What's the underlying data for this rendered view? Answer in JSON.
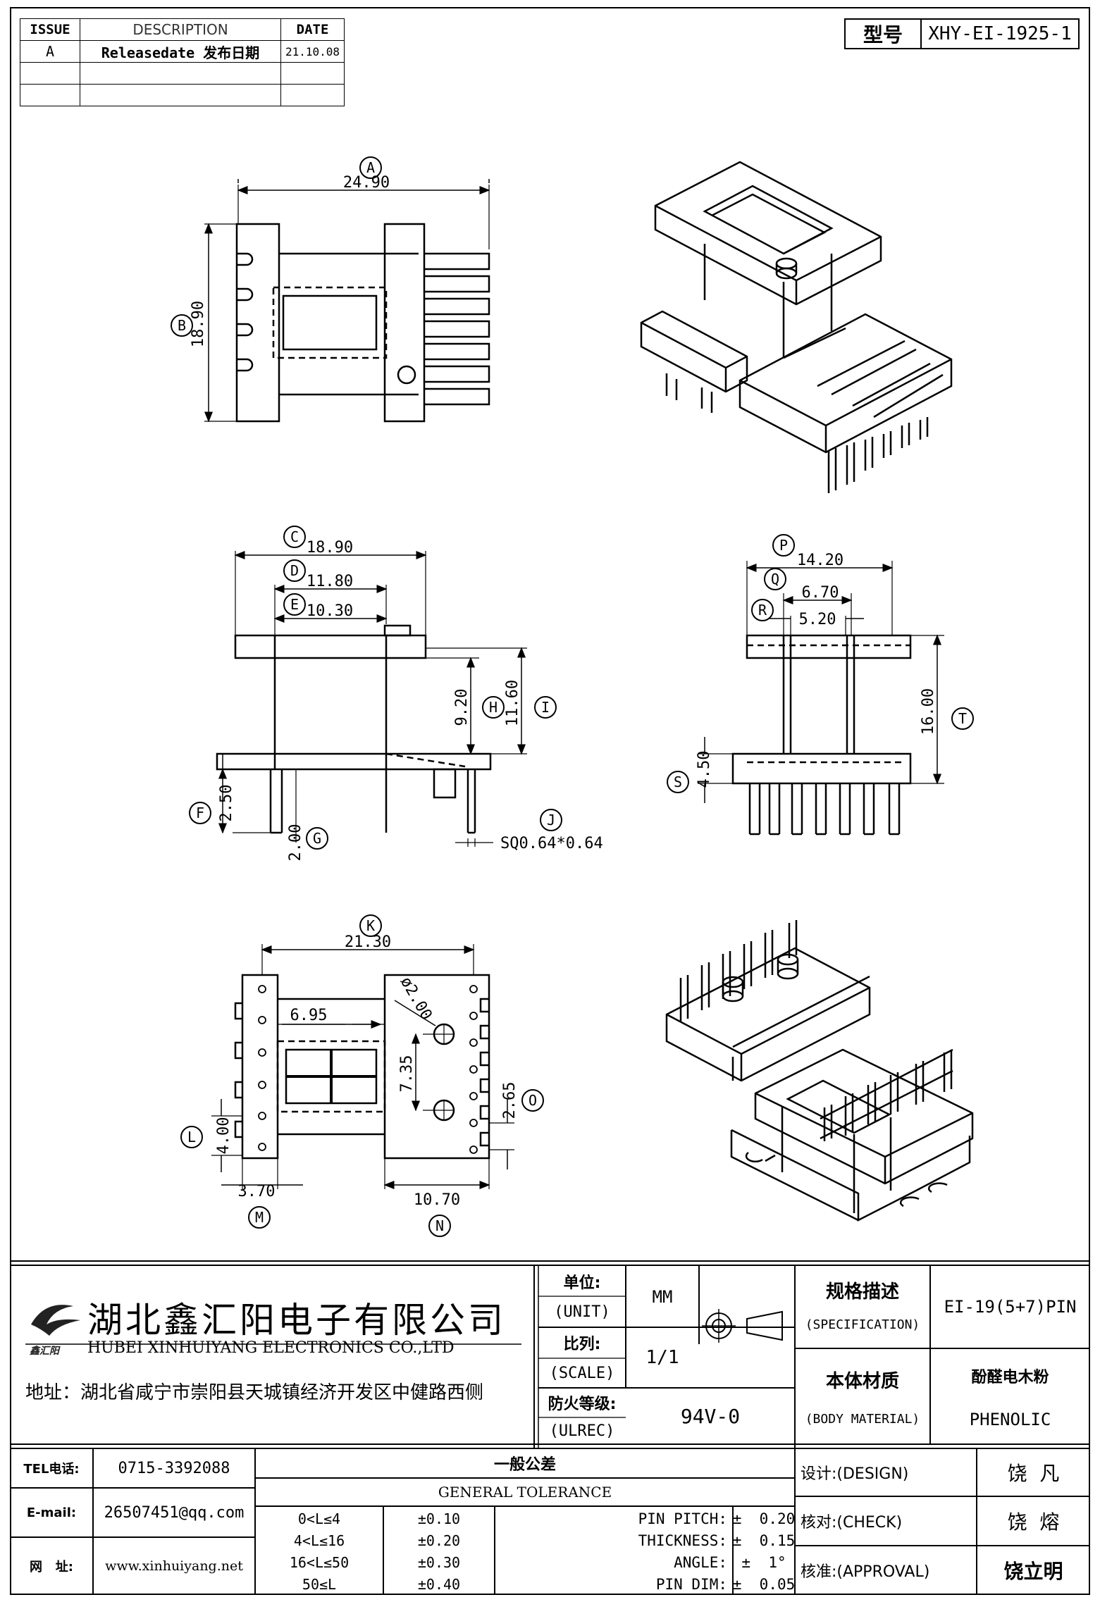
{
  "revision": {
    "headers": [
      "ISSUE",
      "DESCRIPTION",
      "DATE"
    ],
    "rows": [
      {
        "issue": "A",
        "description": "Releasedate 发布日期",
        "date": "21.10.08"
      },
      {
        "issue": "",
        "description": "",
        "date": ""
      },
      {
        "issue": "",
        "description": "",
        "date": ""
      }
    ]
  },
  "model": {
    "label": "型号",
    "value": "XHY-EI-1925-1"
  },
  "top_view": {
    "A": {
      "letter": "A",
      "value": "24.90"
    },
    "B": {
      "letter": "B",
      "value": "18.90"
    }
  },
  "front_view": {
    "C": {
      "letter": "C",
      "value": "18.90"
    },
    "D": {
      "letter": "D",
      "value": "11.80"
    },
    "E": {
      "letter": "E",
      "value": "10.30"
    },
    "H": {
      "letter": "H",
      "value": "9.20"
    },
    "I": {
      "letter": "I",
      "value": "11.60"
    },
    "F": {
      "letter": "F",
      "value": "2.50"
    },
    "G": {
      "letter": "G",
      "value": "2.00"
    },
    "J": {
      "letter": "J",
      "value": "SQ0.64*0.64"
    }
  },
  "side_view": {
    "P": {
      "letter": "P",
      "value": "14.20"
    },
    "Q": {
      "letter": "Q",
      "value": "6.70"
    },
    "R": {
      "letter": "R",
      "value": "5.20"
    },
    "T": {
      "letter": "T",
      "value": "16.00"
    },
    "S": {
      "letter": "S",
      "value": "4.50"
    }
  },
  "bottom_view": {
    "K": {
      "letter": "K",
      "value": "21.30"
    },
    "inner": "6.95",
    "hole": "ø2.00",
    "hole_span": "7.35",
    "O": {
      "letter": "O",
      "value": "2.65"
    },
    "L": {
      "letter": "L",
      "value": "4.00"
    },
    "M": {
      "letter": "M",
      "value": "3.70"
    },
    "N": {
      "letter": "N",
      "value": "10.70"
    }
  },
  "company": {
    "name_cn": "湖北鑫汇阳电子有限公司",
    "name_en": "HUBEI XINHUIYANG ELECTRONICS CO.,LTD",
    "logo_text": "鑫汇阳",
    "address": "地址：湖北省咸宁市崇阳县天城镇经济开发区中健路西侧"
  },
  "spec": {
    "unit_cn": "单位:",
    "unit_en": "(UNIT)",
    "unit_value": "MM",
    "scale_cn": "比列:",
    "scale_en": "(SCALE)",
    "scale_value": "1/1",
    "ul_cn": "防火等级:",
    "ul_en": "(ULREC)",
    "ul_value": "94V-0",
    "spec_cn": "规格描述",
    "spec_en": "(SPECIFICATION)",
    "spec_value": "EI-19(5+7)PIN",
    "material_cn": "本体材质",
    "material_en": "(BODY MATERIAL)",
    "material_value_cn": "酚醛电木粉",
    "material_value_en": "PHENOLIC"
  },
  "contact": {
    "tel_label": "TEL电话:",
    "tel": "0715-3392088",
    "email_label": "E-mail:",
    "email": "26507451@qq.com",
    "web_label": "网   址:",
    "web": "www.xinhuiyang.net"
  },
  "tolerance": {
    "title_cn": "一般公差",
    "title_en": "GENERAL TOLERANCE",
    "ranges": [
      {
        "range": "0<L≤4",
        "tol": "±0.10"
      },
      {
        "range": "4<L≤16",
        "tol": "±0.20"
      },
      {
        "range": "16<L≤50",
        "tol": "±0.30"
      },
      {
        "range": "50≤L",
        "tol": "±0.40"
      }
    ],
    "items": [
      {
        "name": "PIN PITCH:",
        "value": "±  0.20"
      },
      {
        "name": "THICKNESS:",
        "value": "±  0.15"
      },
      {
        "name": "ANGLE:",
        "value": "±  1°"
      },
      {
        "name": "PIN DIM:",
        "value": "±  0.05"
      }
    ]
  },
  "approval": {
    "design_label": "设计:(DESIGN)",
    "design": "饶  凡",
    "check_label": "核对:(CHECK)",
    "check": "饶  熔",
    "approval_label": "核准:(APPROVAL)",
    "approval": "饶立明"
  }
}
